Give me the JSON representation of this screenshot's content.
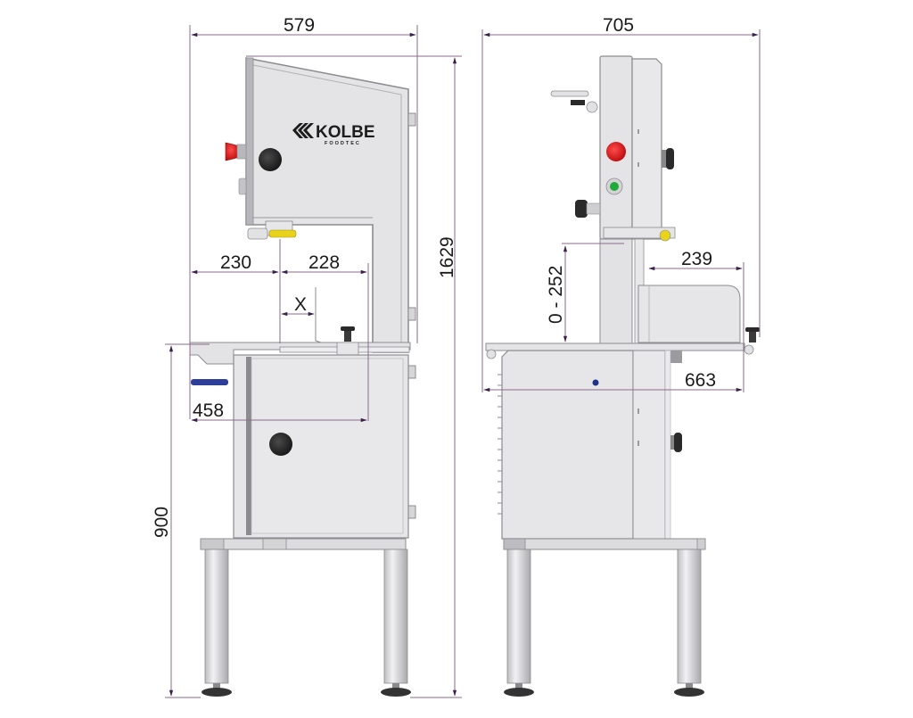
{
  "brand": {
    "name": "KOLBE",
    "subtitle": "FOODTEC"
  },
  "front_view": {
    "dimensions": {
      "overall_width": "579",
      "overall_height": "1629",
      "table_height": "900",
      "left_to_blade": "230",
      "blade_to_column": "228",
      "cut_width": "X",
      "table_depth": "458"
    }
  },
  "side_view": {
    "dimensions": {
      "overall_depth": "705",
      "cutting_height": "0 - 252",
      "guide_to_edge": "239",
      "table_length": "663"
    }
  },
  "colors": {
    "dimension_line": "#8a6a8a",
    "arrow": "#3a1f4a",
    "body_light": "#e4e4e6",
    "body_mid": "#cfcfd2",
    "outline": "#8c8c90",
    "emergency_stop": "#d81e1e",
    "start_button": "#1faa3a",
    "knob": "#2a2a2a",
    "blade_guide_yellow": "#e8d21a",
    "blue_handle": "#2d3f9a",
    "blue_dot": "#22318a"
  }
}
